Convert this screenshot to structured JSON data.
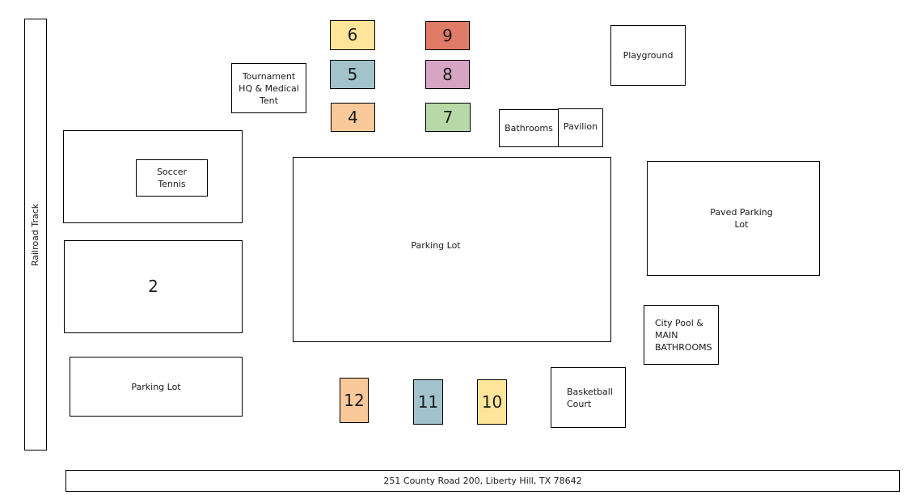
{
  "map": {
    "railroad": "Railroad Track",
    "address": "251 County Road 200, Liberty Hill, TX 78642",
    "facilities": {
      "tournament_hq": "Tournament\nHQ & Medical\nTent",
      "soccer_tennis": "Soccer\nTennis",
      "center_parking": "Parking Lot",
      "left_parking": "Parking Lot",
      "bathrooms": "Bathrooms",
      "pavilion": "Pavilion",
      "playground": "Playground",
      "paved_parking": "Paved Parking\nLot",
      "city_pool": "City Pool &\nMAIN\nBATHROOMS",
      "basketball": "Basketball\nCourt"
    },
    "fields": [
      {
        "number": "2",
        "color": "#ffffff"
      },
      {
        "number": "4",
        "color": "#F9C99A"
      },
      {
        "number": "5",
        "color": "#A2C3CB"
      },
      {
        "number": "6",
        "color": "#FFE599"
      },
      {
        "number": "7",
        "color": "#B7D8A7"
      },
      {
        "number": "8",
        "color": "#D6A5C3"
      },
      {
        "number": "9",
        "color": "#E07B67"
      },
      {
        "number": "10",
        "color": "#FFE599"
      },
      {
        "number": "11",
        "color": "#A2C3CB"
      },
      {
        "number": "12",
        "color": "#F9C99A"
      }
    ]
  }
}
